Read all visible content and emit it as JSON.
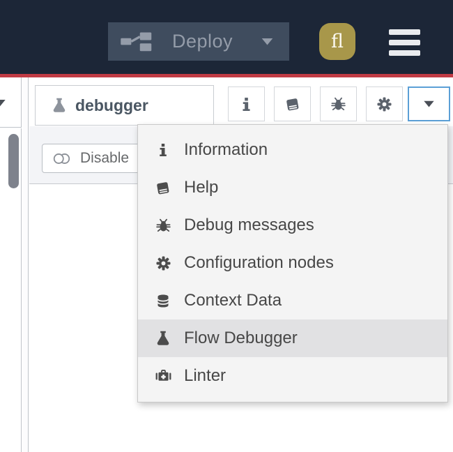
{
  "header": {
    "deploy": {
      "label": "Deploy",
      "icon": "deploy-icon",
      "caret": "caret-down-icon"
    },
    "avatar": {
      "initials": "fl"
    },
    "menu_icon": "hamburger-icon"
  },
  "sidebar": {
    "tab": {
      "icon": "flask-icon",
      "label": "debugger"
    },
    "header_buttons": [
      {
        "name": "information",
        "icon": "info-icon"
      },
      {
        "name": "help",
        "icon": "book-icon"
      },
      {
        "name": "debug-messages",
        "icon": "bug-icon"
      },
      {
        "name": "configuration-nodes",
        "icon": "gear-icon"
      },
      {
        "name": "panel-options",
        "icon": "caret-down-icon"
      }
    ],
    "toolbar": {
      "disable_label": "Disable",
      "disable_icon": "toggle-icon"
    }
  },
  "menu": {
    "items": [
      {
        "icon": "info-icon",
        "label": "Information",
        "active": false
      },
      {
        "icon": "book-icon",
        "label": "Help",
        "active": false
      },
      {
        "icon": "bug-icon",
        "label": "Debug messages",
        "active": false
      },
      {
        "icon": "gear-icon",
        "label": "Configuration nodes",
        "active": false
      },
      {
        "icon": "database-icon",
        "label": "Context Data",
        "active": false
      },
      {
        "icon": "flask-icon",
        "label": "Flow Debugger",
        "active": true
      },
      {
        "icon": "medkit-icon",
        "label": "Linter",
        "active": false
      }
    ]
  },
  "colors": {
    "header_bg": "#1c2637",
    "deploy_button_bg": "#3f4c5e",
    "deploy_text": "#949ca9",
    "avatar_bg": "#a8974a",
    "accent_red": "#c13b44",
    "focus_blue": "#5b9fd6",
    "menu_bg": "#f4f4f4",
    "menu_active_bg": "#e1e1e3",
    "menu_text": "#474747",
    "icon_gray": "#5b626c",
    "toolbar_bg": "#f3f4f7",
    "tab_text": "#4a5662",
    "scrollbar_thumb": "#7e828c",
    "border_gray": "#bfc3c9"
  }
}
